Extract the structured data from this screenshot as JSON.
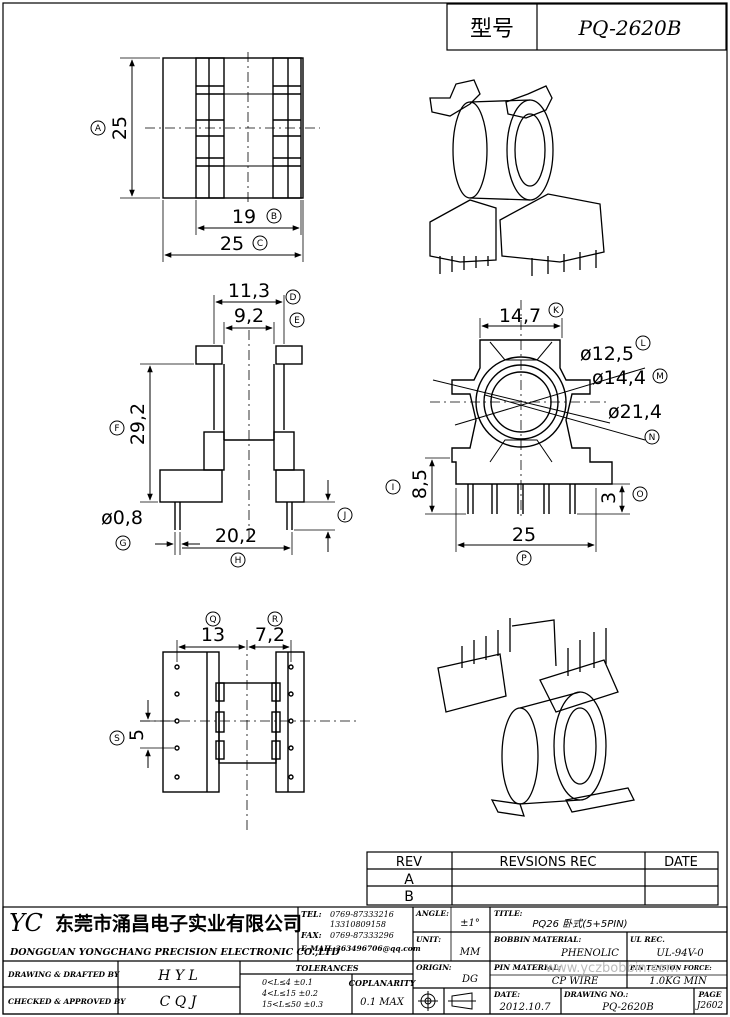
{
  "header": {
    "model_label": "型号",
    "model_value": "PQ-2620B"
  },
  "top_view": {
    "dims": [
      "25",
      "19",
      "25"
    ],
    "markers": [
      "A",
      "B",
      "C"
    ]
  },
  "side_view": {
    "dims": [
      "11,3",
      "9,2",
      "29,2",
      "ø0,8",
      "20,2"
    ],
    "markers": [
      "D",
      "E",
      "F",
      "G",
      "H",
      "J"
    ]
  },
  "front_view": {
    "dims": [
      "14,7",
      "ø12,5",
      "ø14,4",
      "ø21,4",
      "8,5",
      "3",
      "25"
    ],
    "markers": [
      "K",
      "L",
      "M",
      "N",
      "I",
      "O",
      "P"
    ]
  },
  "bottom_view": {
    "dims": [
      "13",
      "7,2",
      "5"
    ],
    "markers": [
      "Q",
      "R",
      "S"
    ]
  },
  "revisions": {
    "col_rev": "REV",
    "col_rec": "REVSIONS REC",
    "col_date": "DATE",
    "rows": [
      "A",
      "B"
    ]
  },
  "company": {
    "logo": "YC",
    "name_cn": "东莞市涌昌电子实业有限公司",
    "name_en": "DONGGUAN YONGCHANG PRECISION ELECTRONIC CO.,LTD",
    "tel_label": "TEL:",
    "tel_1": "0769-87333216",
    "tel_2": "13310809158",
    "fax_label": "FAX:",
    "fax": "0769-87333296",
    "email": "E-MAIL:363496706@qq.com"
  },
  "title_block": {
    "angle_label": "ANGLE:",
    "angle_value": "±1°",
    "title_label": "TITLE:",
    "title_value": "PQ26 卧式(5+5PIN)",
    "unit_label": "UNIT:",
    "unit_value": "MM",
    "bobbin_label": "BOBBIN MATERIAL:",
    "bobbin_value": "PHENOLIC",
    "ul_label": "UL REC.",
    "ul_value": "UL-94V-0",
    "origin_label": "ORIGIN:",
    "origin_value": "DG",
    "pin_label": "PIN MATERIAL:",
    "pin_value": "CP WIRE",
    "tension_label": "PIN TENSION FORCE:",
    "tension_value": "1.0KG MIN",
    "tolerances_label": "TOLERANCES",
    "tol_1": "0<L≤4   ±0.1",
    "tol_2": "4<L≤15  ±0.2",
    "tol_3": "15<L≤50  ±0.3",
    "coplanarity_label": "COPLANARITY",
    "coplanarity_value": "0.1 MAX",
    "date_label": "DATE:",
    "date_value": "2012.10.7",
    "drawing_no_label": "DRAWING NO.:",
    "drawing_no_value": "PQ-2620B",
    "page_label": "PAGE",
    "page_value": "J2602",
    "drafted_label": "DRAWING & DRAFTED BY",
    "drafted_value": "H Y L",
    "checked_label": "CHECKED & APPROVED BY",
    "checked_value": "C Q J"
  },
  "watermark": "www.yczbobbin.com"
}
